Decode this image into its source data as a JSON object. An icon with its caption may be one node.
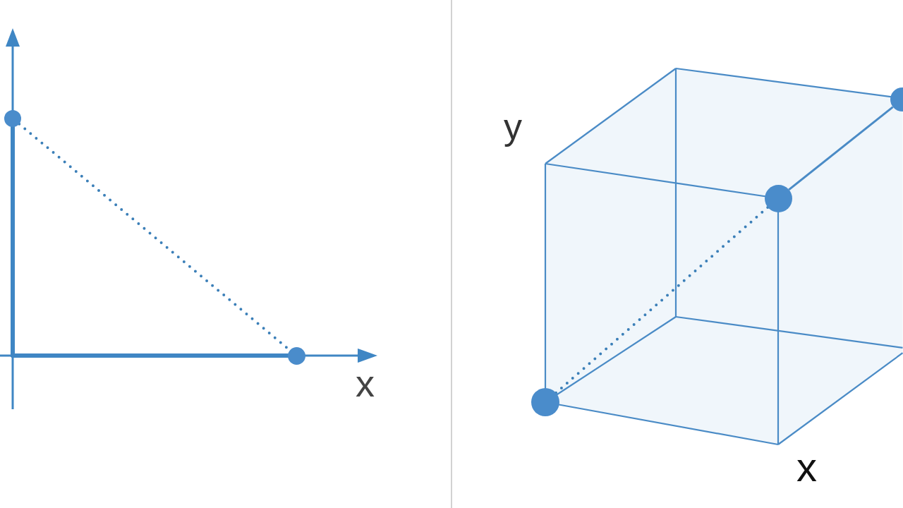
{
  "diagram": {
    "nodes": [
      {
        "text": [],
        "shape": "circle"
      },
      {
        "text": [],
        "shape": "circle"
      },
      {
        "text": [],
        "shape": "circle"
      },
      {
        "text": [],
        "shape": "circle"
      },
      {
        "text": [],
        "shape": "circle"
      }
    ],
    "edges": [
      {
        "from": 0,
        "to": 1,
        "arrow": "none",
        "style": "dashed"
      },
      {
        "from": 2,
        "to": 3,
        "arrow": "none",
        "style": "dashed"
      },
      {
        "from": 3,
        "to": 4,
        "arrow": "none"
      }
    ],
    "labels": [
      "x",
      "y",
      "x"
    ]
  }
}
